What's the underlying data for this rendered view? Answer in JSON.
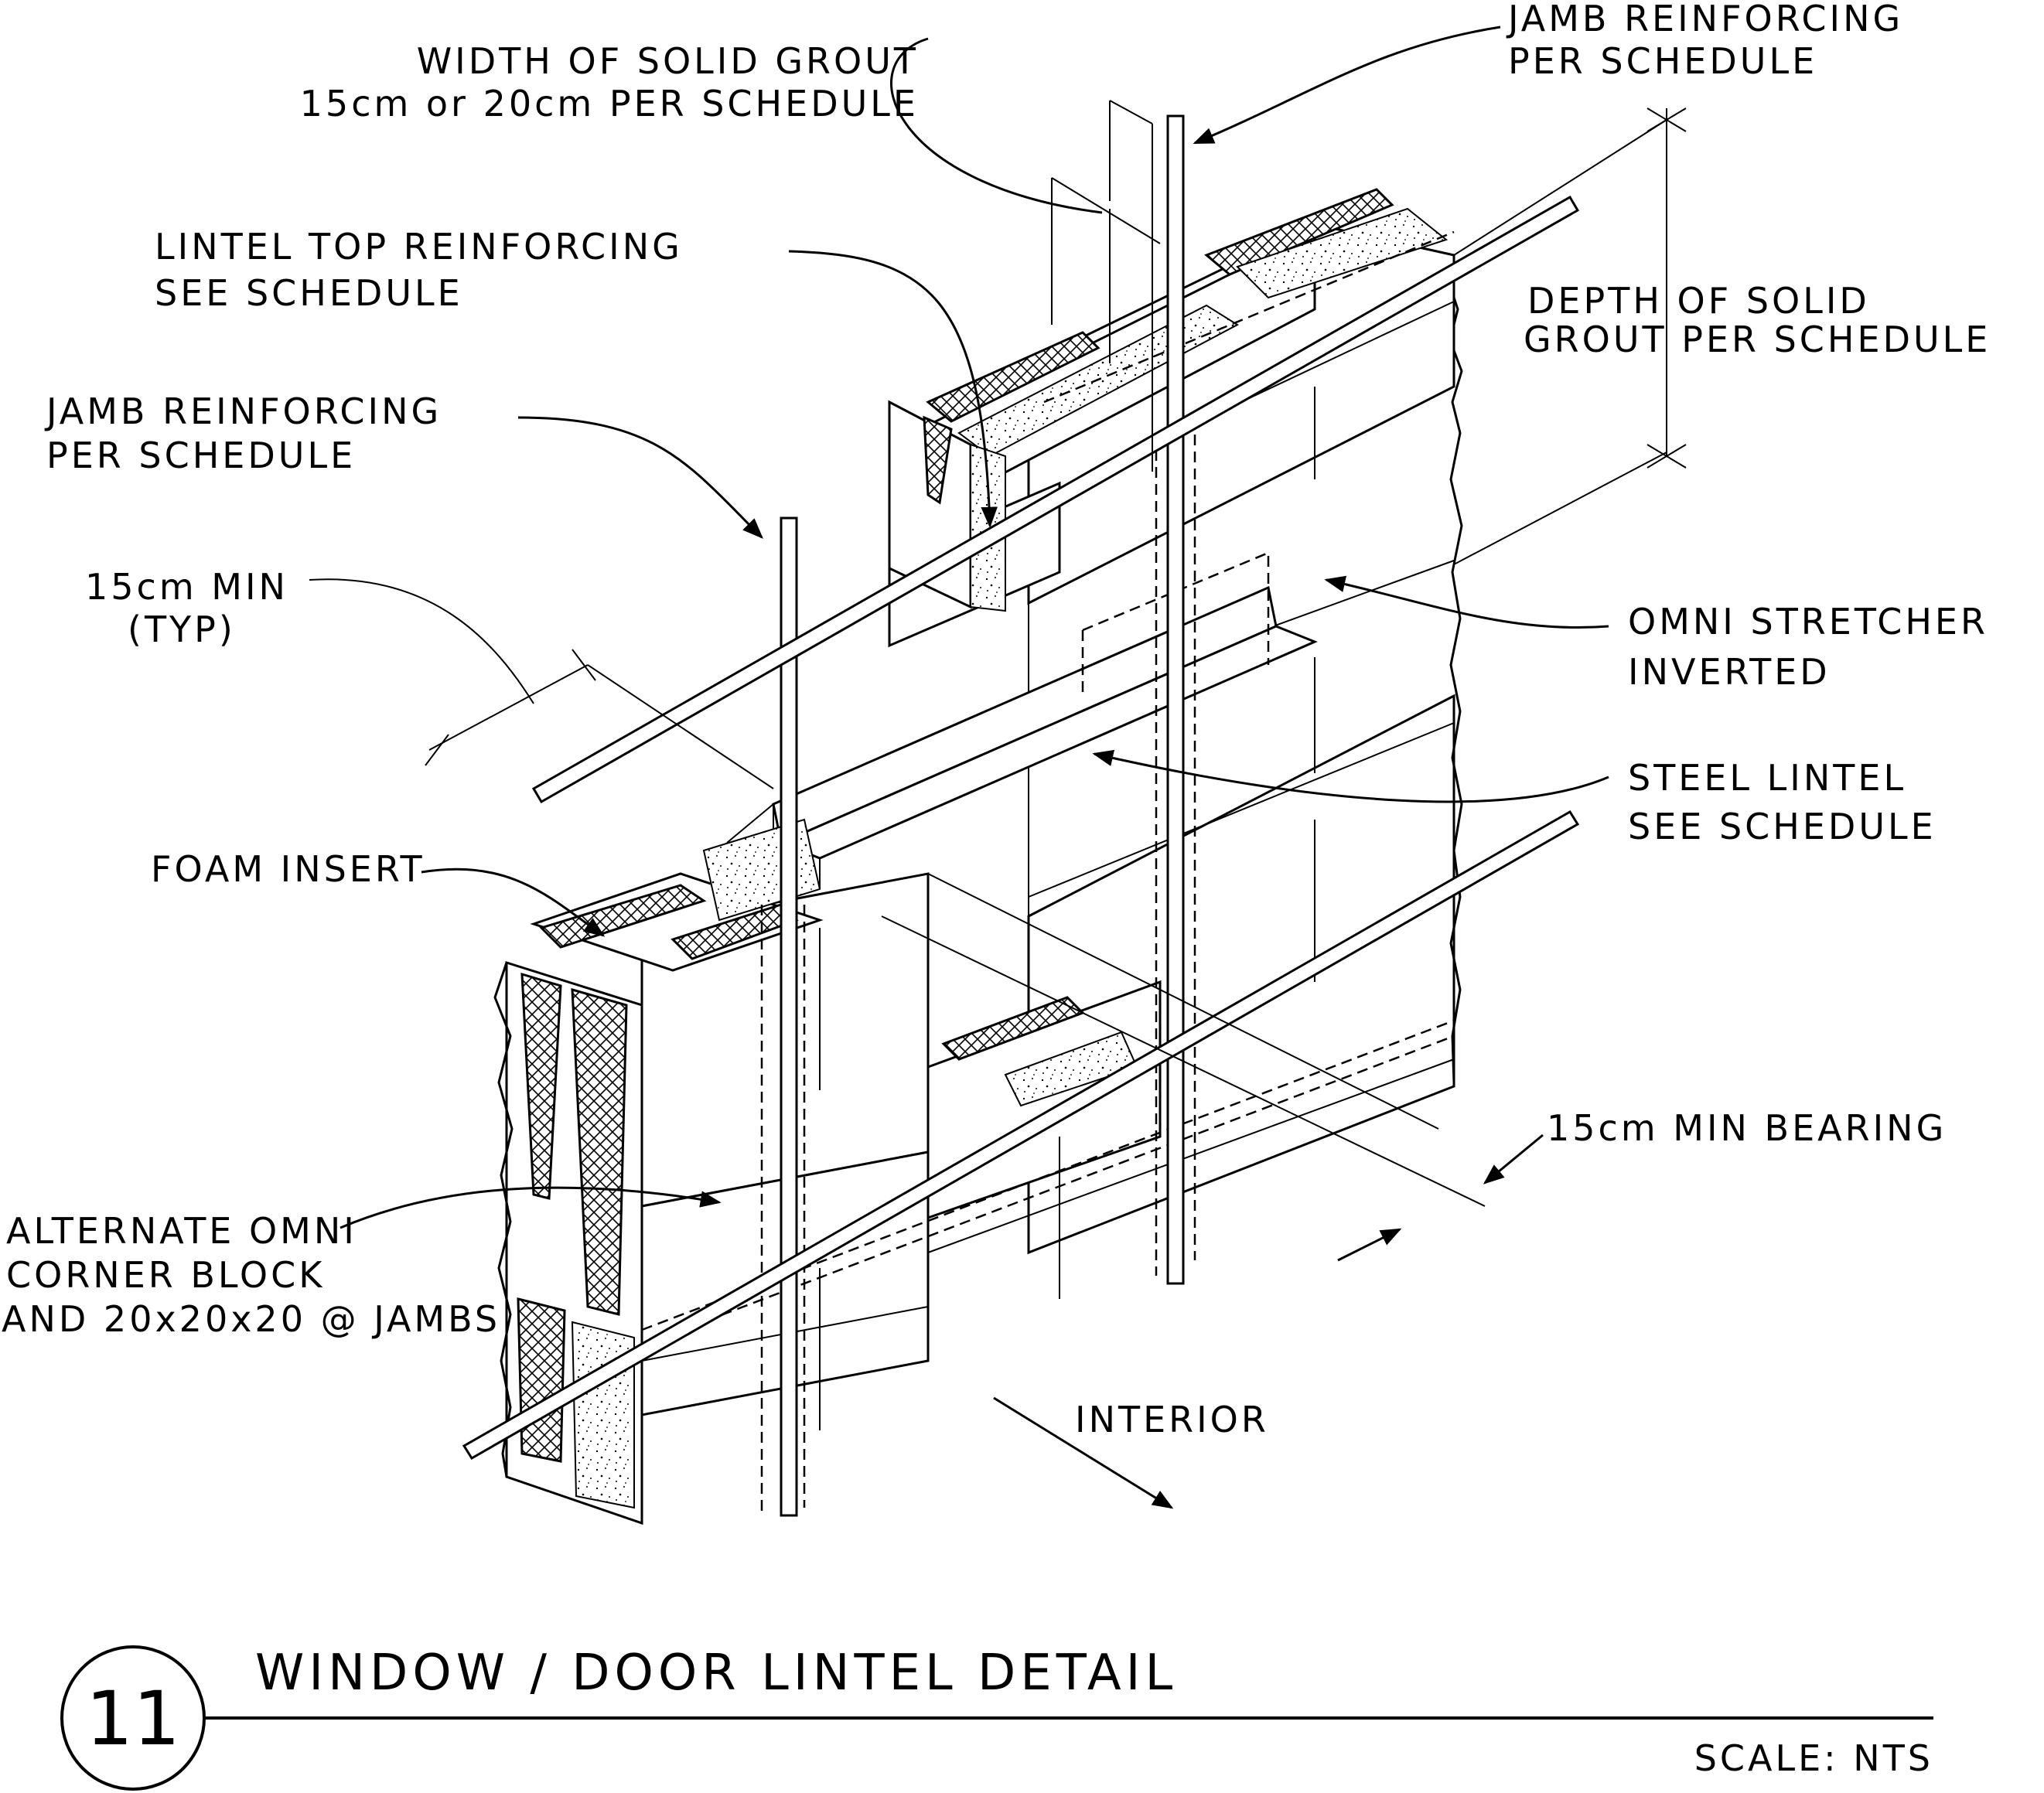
{
  "labels": {
    "width_grout_1": "WIDTH OF SOLID GROUT",
    "width_grout_2": "15cm or 20cm PER SCHEDULE",
    "jamb_top_1": "JAMB REINFORCING",
    "jamb_top_2": "PER SCHEDULE",
    "lintel_top_1": "LINTEL TOP REINFORCING",
    "lintel_top_2": "SEE SCHEDULE",
    "depth_grout_1": "DEPTH OF SOLID",
    "depth_grout_2": "GROUT PER SCHEDULE",
    "jamb_left_1": "JAMB REINFORCING",
    "jamb_left_2": "PER SCHEDULE",
    "min15_1": "15cm MIN",
    "min15_2": "(TYP)",
    "omni_stretcher_1": "OMNI STRETCHER",
    "omni_stretcher_2": "INVERTED",
    "steel_lintel_1": "STEEL LINTEL",
    "steel_lintel_2": "SEE SCHEDULE",
    "foam_insert": "FOAM INSERT",
    "min_bearing": "15cm MIN BEARING",
    "alt_corner_1": "ALTERNATE OMNI",
    "alt_corner_2": "CORNER BLOCK",
    "alt_corner_3": "AND 20x20x20 @ JAMBS",
    "interior": "INTERIOR"
  },
  "title_block": {
    "detail_number": "11",
    "title": "WINDOW / DOOR LINTEL DETAIL",
    "scale": "SCALE: NTS"
  }
}
